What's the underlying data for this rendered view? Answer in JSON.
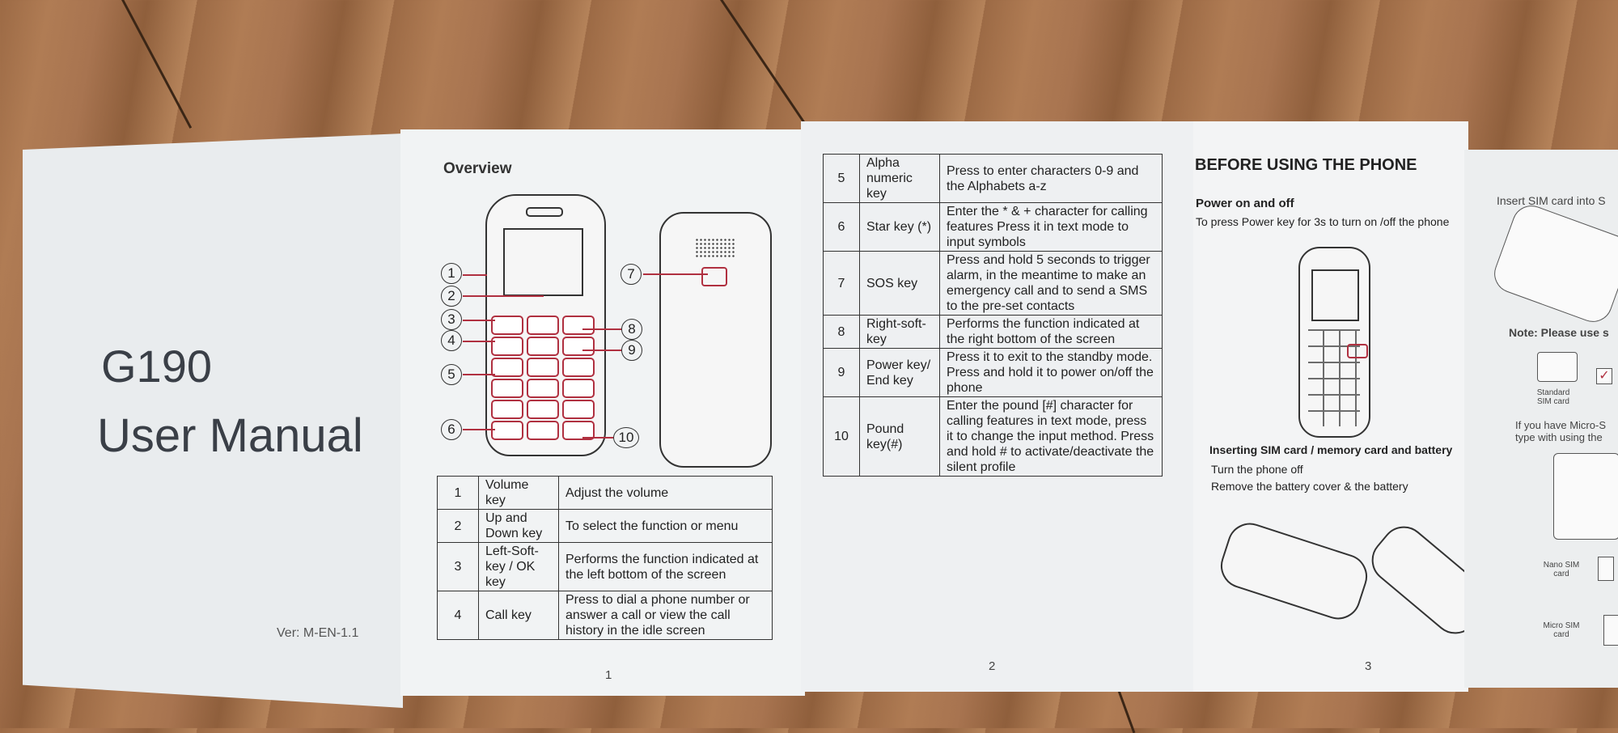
{
  "cover": {
    "model": "G190",
    "title": "User Manual",
    "version": "Ver: M-EN-1.1"
  },
  "page1": {
    "heading": "Overview",
    "page_number": "1",
    "callouts": [
      "1",
      "2",
      "3",
      "4",
      "5",
      "6",
      "7",
      "8",
      "9",
      "10"
    ],
    "rows": [
      {
        "no": "1",
        "name": "Volume key",
        "desc": "Adjust the volume"
      },
      {
        "no": "2",
        "name": "Up and Down key",
        "desc": "To select the function or menu"
      },
      {
        "no": "3",
        "name": "Left-Soft-key / OK key",
        "desc": "Performs the function indicated at the left bottom of the screen"
      },
      {
        "no": "4",
        "name": "Call key",
        "desc": "Press to dial a phone number or answer a call or view the call history in the idle screen"
      }
    ]
  },
  "page2": {
    "page_number": "2",
    "rows": [
      {
        "no": "5",
        "name": "Alpha numeric key",
        "desc": "Press to enter characters 0-9 and the Alphabets a-z"
      },
      {
        "no": "6",
        "name": "Star key (*)",
        "desc": "Enter the * & + character for calling features Press it in text mode to input symbols"
      },
      {
        "no": "7",
        "name": "SOS key",
        "desc": "Press and hold 5 seconds to trigger alarm, in the meantime to make an emergency call and to send a SMS to the pre-set contacts"
      },
      {
        "no": "8",
        "name": "Right-soft-key",
        "desc": "Performs the function indicated at the right bottom of the screen"
      },
      {
        "no": "9",
        "name": "Power key/ End key",
        "desc": "Press it to exit to the standby mode. Press and hold it to power on/off the phone"
      },
      {
        "no": "10",
        "name": "Pound key(#)",
        "desc": "Enter the pound [#] character for calling features in text mode, press it to change the input method. Press and hold # to activate/deactivate the silent profile"
      }
    ]
  },
  "page3": {
    "title": "BEFORE USING THE PHONE",
    "power_heading": "Power on and off",
    "power_text": "To press Power key for 3s to turn on /off the phone",
    "sim_heading": "Inserting SIM card / memory card and battery",
    "sim_line1": "Turn the phone off",
    "sim_line2": "Remove the battery cover & the battery",
    "page_number": "3"
  },
  "page4": {
    "insert_text": "Insert SIM card into S",
    "note": "Note: Please use s",
    "standard_label": "Standard SIM card",
    "micro_text": "If you have Micro-S type with using the",
    "nano_label": "Nano SIM card",
    "micro_label": "Micro SIM card"
  },
  "colors": {
    "accent": "#b03040",
    "wood": "#a87450",
    "paper": "#f1f3f4"
  }
}
